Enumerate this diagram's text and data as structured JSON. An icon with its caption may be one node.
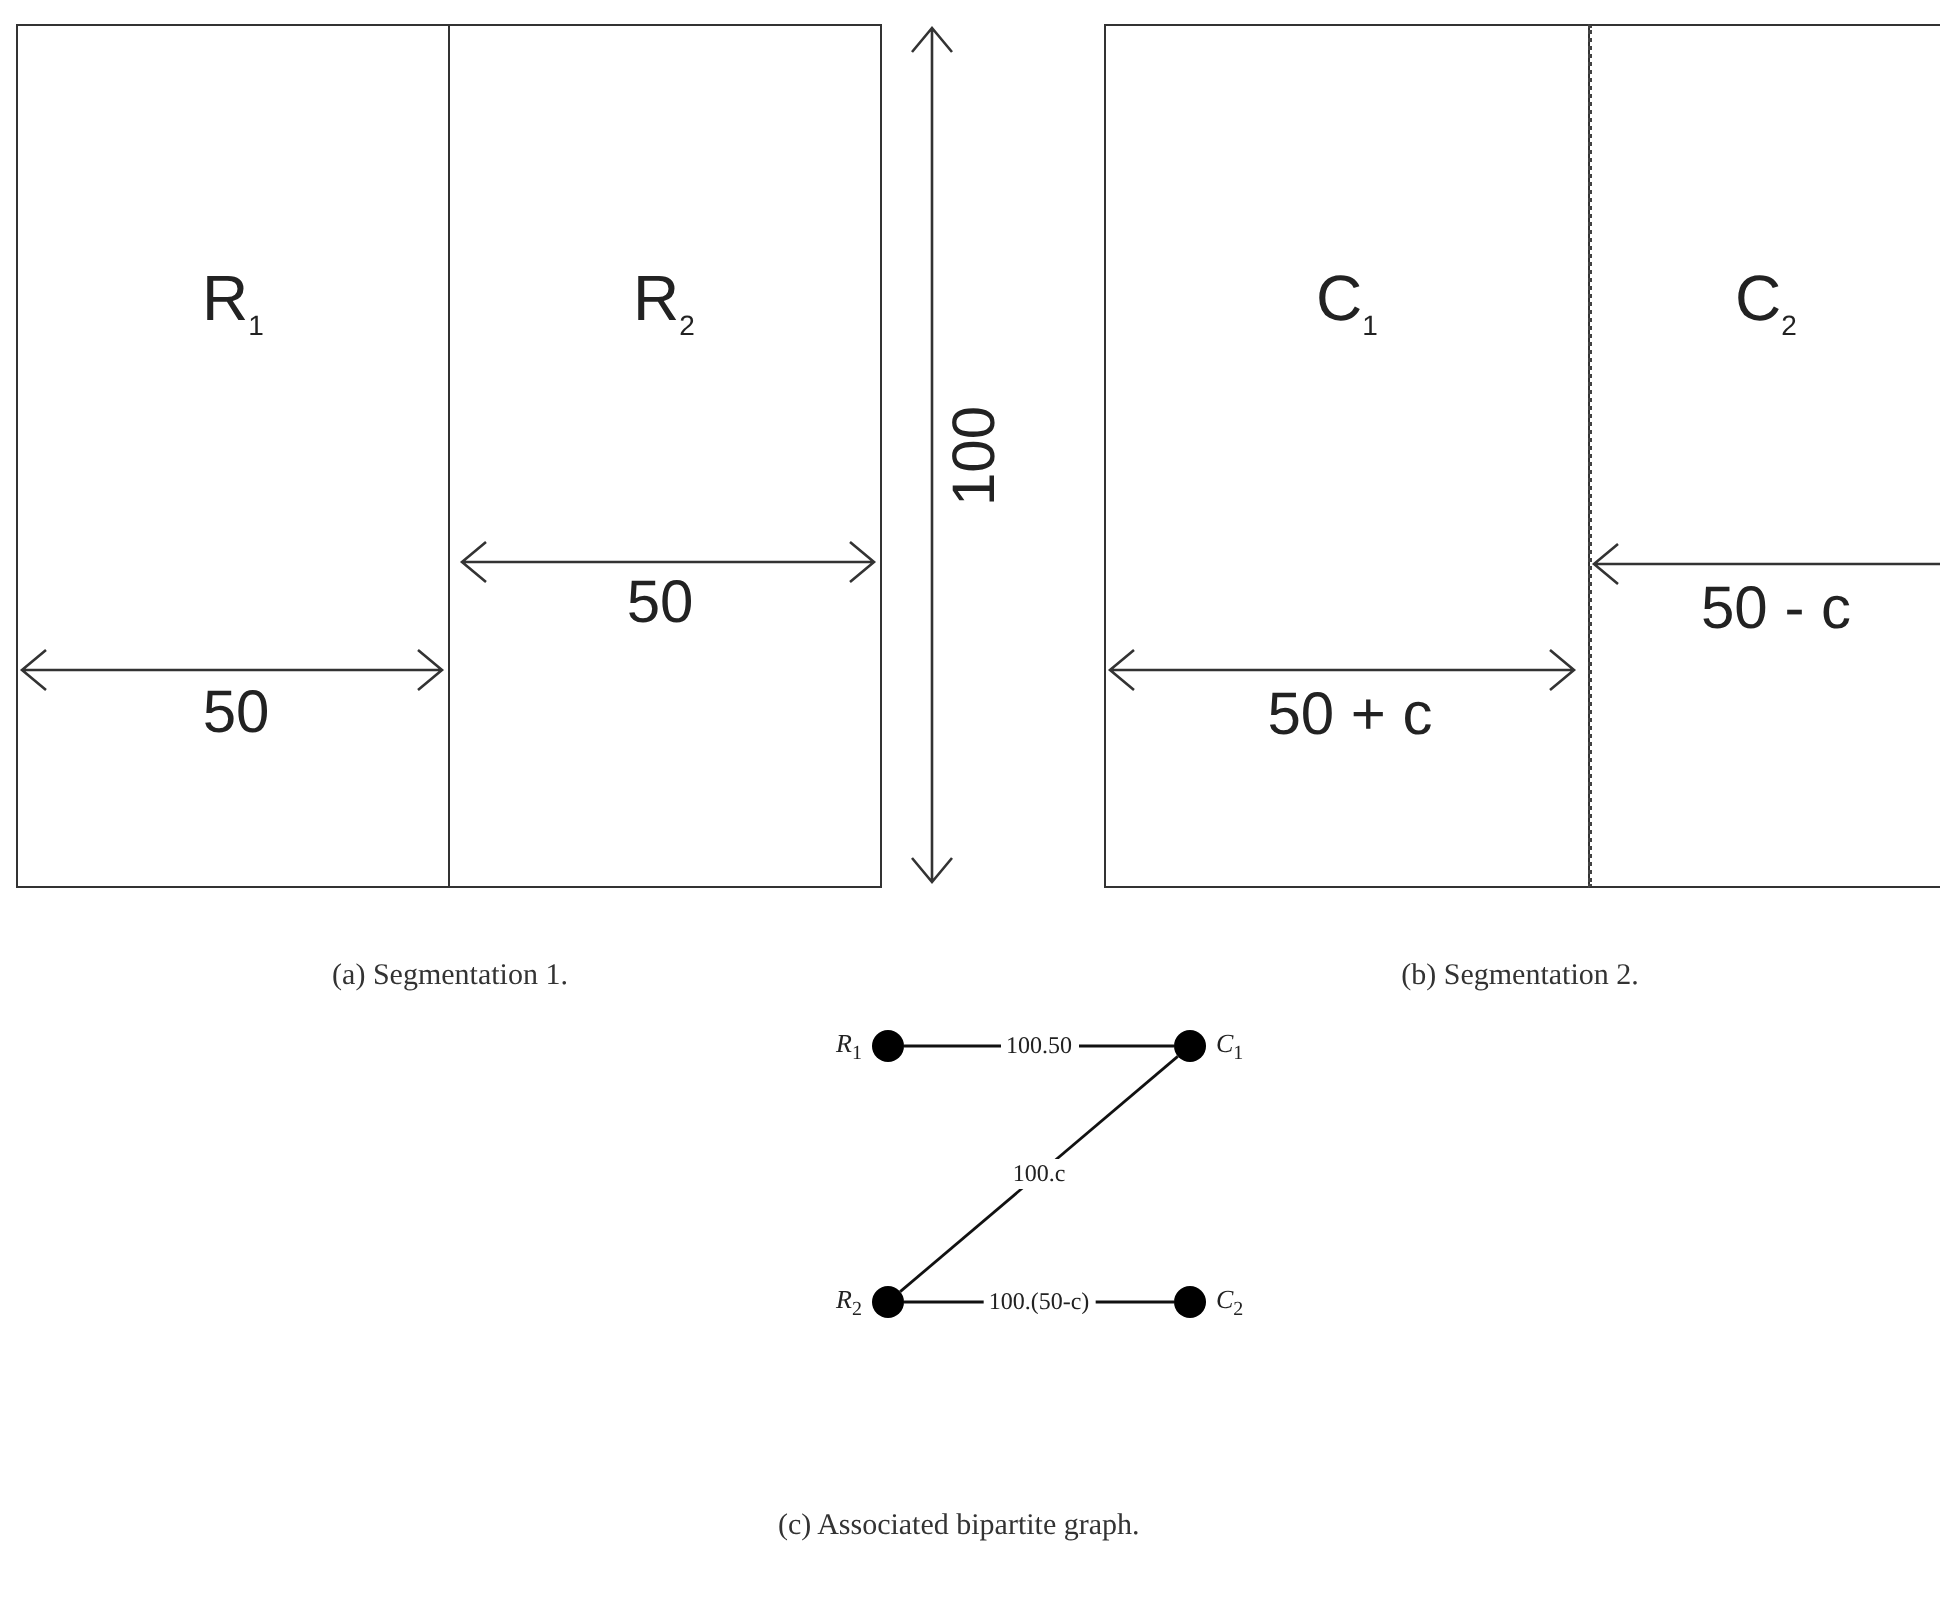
{
  "diagram": {
    "nodes": [
      {
        "text": [
          "R$_{1}$"
        ]
      },
      {
        "text": [
          "R$_{2}$"
        ]
      },
      {
        "text": [
          "C$_{1}$"
        ]
      },
      {
        "text": [
          "C$_{2}$"
        ]
      },
      {
        "text": [],
        "shape": "circle",
        "beside": [
          "R$_{1}$"
        ]
      },
      {
        "text": [],
        "shape": "circle",
        "beside": [
          "C$_{1}$"
        ]
      },
      {
        "text": [],
        "shape": "circle",
        "beside": [
          "R$_{2}$"
        ]
      },
      {
        "text": [],
        "shape": "circle",
        "beside": [
          "C$_{2}$"
        ]
      }
    ],
    "edges": [
      {
        "from": 4,
        "to": 5,
        "arrow": "none",
        "label": "100.50"
      },
      {
        "from": 5,
        "to": 6,
        "arrow": "none",
        "label": "100.c"
      },
      {
        "from": 6,
        "to": 7,
        "arrow": "none",
        "label": "100.(50-c)"
      }
    ],
    "labels": [
      "100",
      "50",
      "50",
      "50 - c",
      "50 + c",
      "(a) Segmentation 1.",
      "(b) Segmentation 2.",
      "(c) Associated bipartite graph."
    ]
  }
}
